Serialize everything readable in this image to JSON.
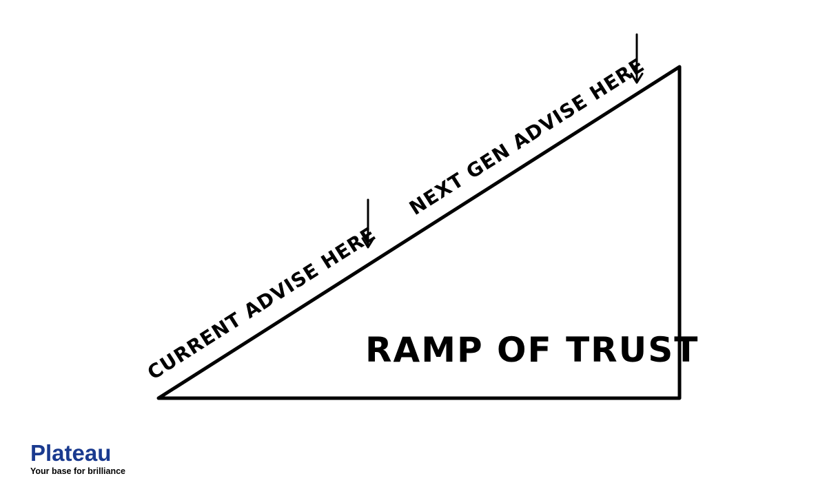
{
  "diagram": {
    "title": "RAMP OF TRUST",
    "labels": {
      "current": "CURRENT ADVISE HERE",
      "next_gen": "NEXT GEN ADVISE HERE"
    },
    "colors": {
      "ink": "#000000",
      "background": "#ffffff"
    }
  },
  "brand": {
    "name": "Plateau",
    "tagline": "Your base for brilliance",
    "color": "#1a3a8f"
  }
}
